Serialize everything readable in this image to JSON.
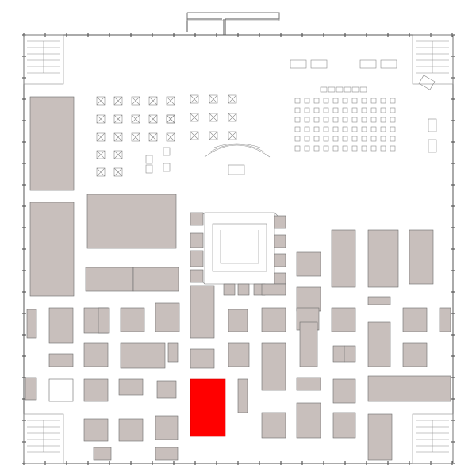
{
  "title": "",
  "colors": {
    "booth": "#c8bfbc",
    "selected_booth": "#ff0000",
    "empty_booth": "#ffffff",
    "wall": "#555555",
    "background": "#ffffff"
  },
  "booths": [
    {
      "id": "b01",
      "label": "",
      "status": "booked"
    },
    {
      "id": "b02",
      "label": "",
      "status": "booked"
    },
    {
      "id": "b03",
      "label": "",
      "status": "booked"
    },
    {
      "id": "b04",
      "label": "",
      "status": "booked"
    },
    {
      "id": "b05",
      "label": "",
      "status": "selected"
    },
    {
      "id": "b06",
      "label": "",
      "status": "empty"
    }
  ]
}
